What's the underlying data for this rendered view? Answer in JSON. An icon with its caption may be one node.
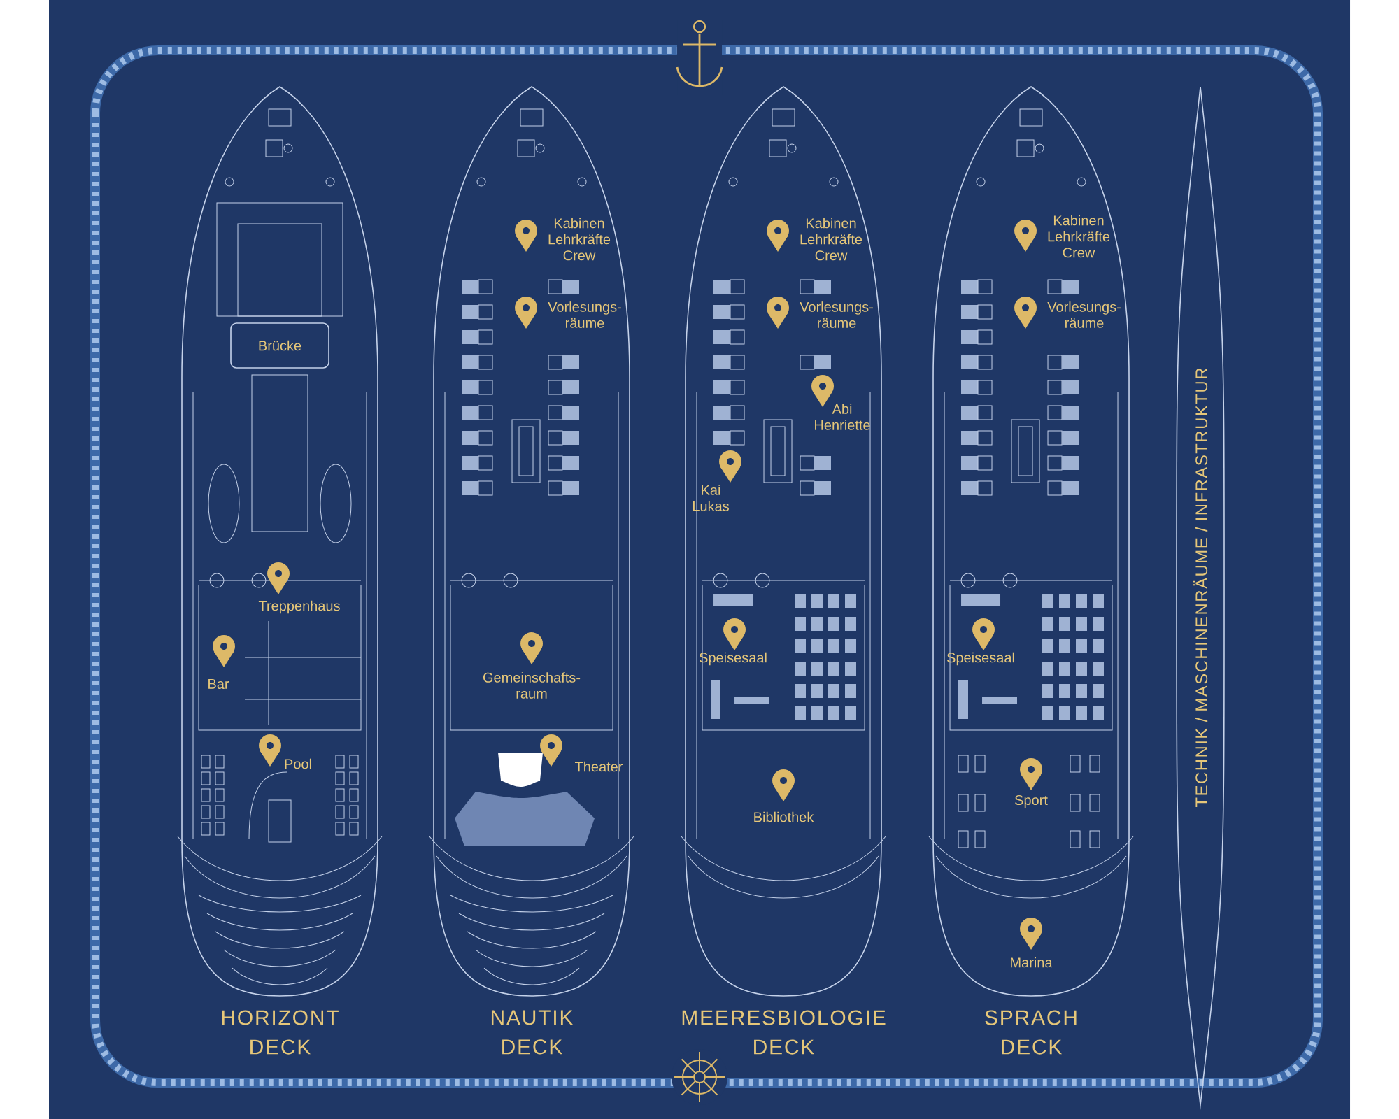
{
  "diagram": {
    "nodes": [
      {
        "text": [
          "HORIZONT DECK"
        ]
      },
      {
        "text": [
          "Brücke"
        ],
        "in": 0
      },
      {
        "text": [
          "Treppenhaus"
        ],
        "in": 0
      },
      {
        "text": [
          "Bar"
        ],
        "in": 0
      },
      {
        "text": [
          "Pool"
        ],
        "in": 0
      },
      {
        "text": [
          "NAUTIK DECK"
        ]
      },
      {
        "text": [
          "Kabinen Lehrkräfte Crew"
        ],
        "in": 5
      },
      {
        "text": [
          "Vorlesungs- räume"
        ],
        "in": 5
      },
      {
        "text": [
          "Gemeinschafts- raum"
        ],
        "in": 5
      },
      {
        "text": [
          "Theater"
        ],
        "in": 5
      },
      {
        "text": [
          "MEERESBIOLOGIE DECK"
        ]
      },
      {
        "text": [
          "Kabinen Lehrkräfte Crew"
        ],
        "in": 10
      },
      {
        "text": [
          "Vorlesungs- räume"
        ],
        "in": 10
      },
      {
        "text": [
          "Abi Henriette"
        ],
        "in": 10
      },
      {
        "text": [
          "Kai Lukas"
        ],
        "in": 10
      },
      {
        "text": [
          "Speisesaal"
        ],
        "in": 10
      },
      {
        "text": [
          "Bibliothek"
        ],
        "in": 10
      },
      {
        "text": [
          "SPRACH DECK"
        ]
      },
      {
        "text": [
          "Kabinen Lehrkräfte Crew"
        ],
        "in": 17
      },
      {
        "text": [
          "Vorlesungs- räume"
        ],
        "in": 17
      },
      {
        "text": [
          "Speisesaal"
        ],
        "in": 17
      },
      {
        "text": [
          "Sport"
        ],
        "in": 17
      },
      {
        "text": [
          "Marina"
        ],
        "in": 17
      },
      {
        "text": [
          "TECHNIK / MASCHINENRÄUME / INFRASTRUKTUR"
        ]
      }
    ]
  }
}
